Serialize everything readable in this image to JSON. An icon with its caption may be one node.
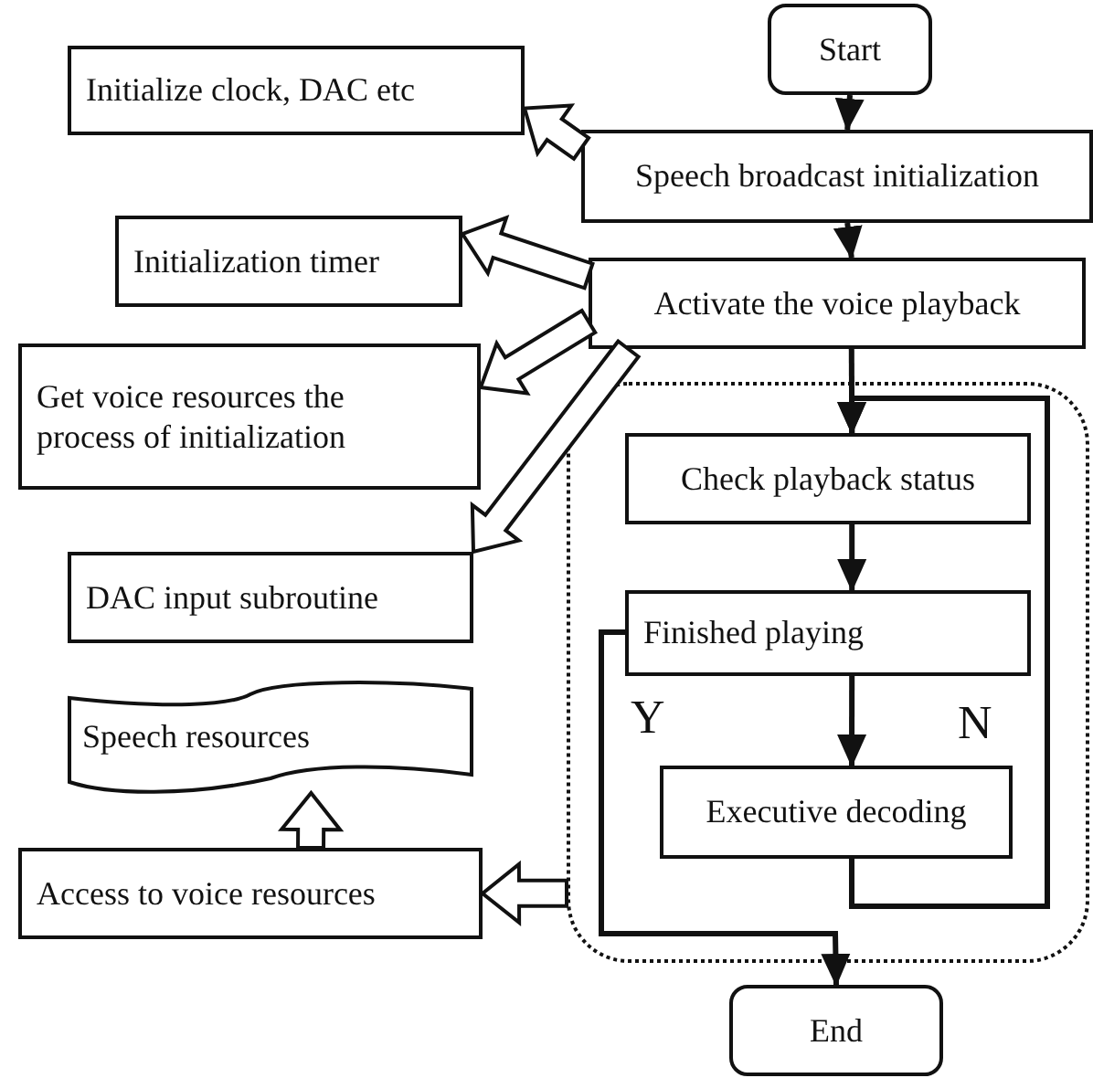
{
  "diagram": {
    "nodes": [
      {
        "text": [
          "Start"
        ]
      },
      {
        "text": [
          "Speech broadcast initialization"
        ]
      },
      {
        "text": [
          "Activate the voice playback"
        ]
      },
      {
        "text": [],
        "shape": "box"
      },
      {
        "text": [
          "Check playback status"
        ],
        "in": 3
      },
      {
        "text": [
          "Finished playing"
        ],
        "in": 3
      },
      {
        "text": [
          "Executive decoding"
        ],
        "in": 3
      },
      {
        "text": [
          "End"
        ]
      },
      {
        "text": [
          "Initialize clock, DAC etc"
        ]
      },
      {
        "text": [
          "Initialization timer"
        ]
      },
      {
        "text": [
          "Get voice resources the process of initialization"
        ]
      },
      {
        "text": [
          "DAC input subroutine"
        ]
      },
      {
        "text": [
          "Speech resources"
        ]
      },
      {
        "text": [
          "Access to voice resources"
        ]
      }
    ],
    "edges": [
      {
        "from": 0,
        "to": 1,
        "arrow": "to"
      },
      {
        "from": 1,
        "to": 2,
        "arrow": "to"
      },
      {
        "from": 2,
        "to": 4,
        "arrow": "to"
      },
      {
        "from": 4,
        "to": 5,
        "arrow": "to"
      },
      {
        "from": 5,
        "to": 6,
        "arrow": "to"
      },
      {
        "from": 6,
        "to": 4,
        "arrow": "to"
      },
      {
        "from": 5,
        "to": 7,
        "arrow": "to"
      },
      {
        "from": 1,
        "to": 8,
        "arrow": "to",
        "style": "thick"
      },
      {
        "from": 2,
        "to": 9,
        "arrow": "to",
        "style": "thick"
      },
      {
        "from": 2,
        "to": 10,
        "arrow": "to",
        "style": "thick"
      },
      {
        "from": 2,
        "to": 11,
        "arrow": "to",
        "style": "thick"
      },
      {
        "from": 13,
        "to": 12,
        "arrow": "to",
        "style": "thick"
      },
      {
        "from": 3,
        "to": 13,
        "arrow": "to",
        "style": "thick"
      }
    ],
    "labels": [
      "Y",
      "N"
    ]
  }
}
